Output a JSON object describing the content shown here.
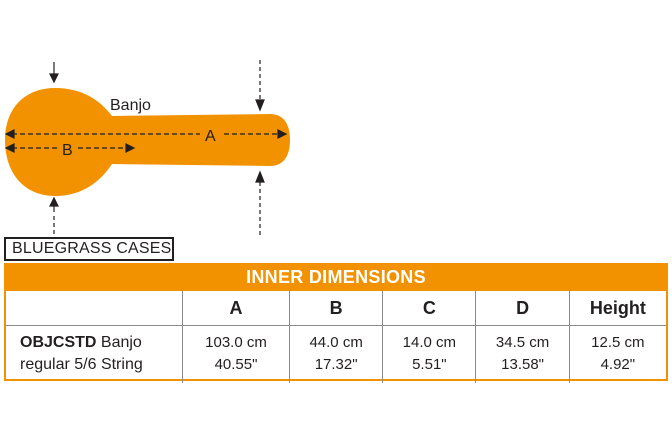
{
  "diagram": {
    "instrument_label": "Banjo",
    "dimension_a_label": "A",
    "dimension_b_label": "B",
    "shape_color": "#f39200"
  },
  "category": "BLUEGRASS CASES",
  "table": {
    "title": "INNER DIMENSIONS",
    "headers": [
      "",
      "A",
      "B",
      "C",
      "D",
      "Height"
    ],
    "row": {
      "model": "OBJCSTD",
      "description_line1": "Banjo",
      "description_line2": "regular 5/6 String",
      "metric": [
        "103.0 cm",
        "44.0 cm",
        "14.0 cm",
        "34.5 cm",
        "12.5 cm"
      ],
      "imperial": [
        "40.55\"",
        "17.32\"",
        "5.51\"",
        "13.58\"",
        "4.92\""
      ]
    }
  }
}
